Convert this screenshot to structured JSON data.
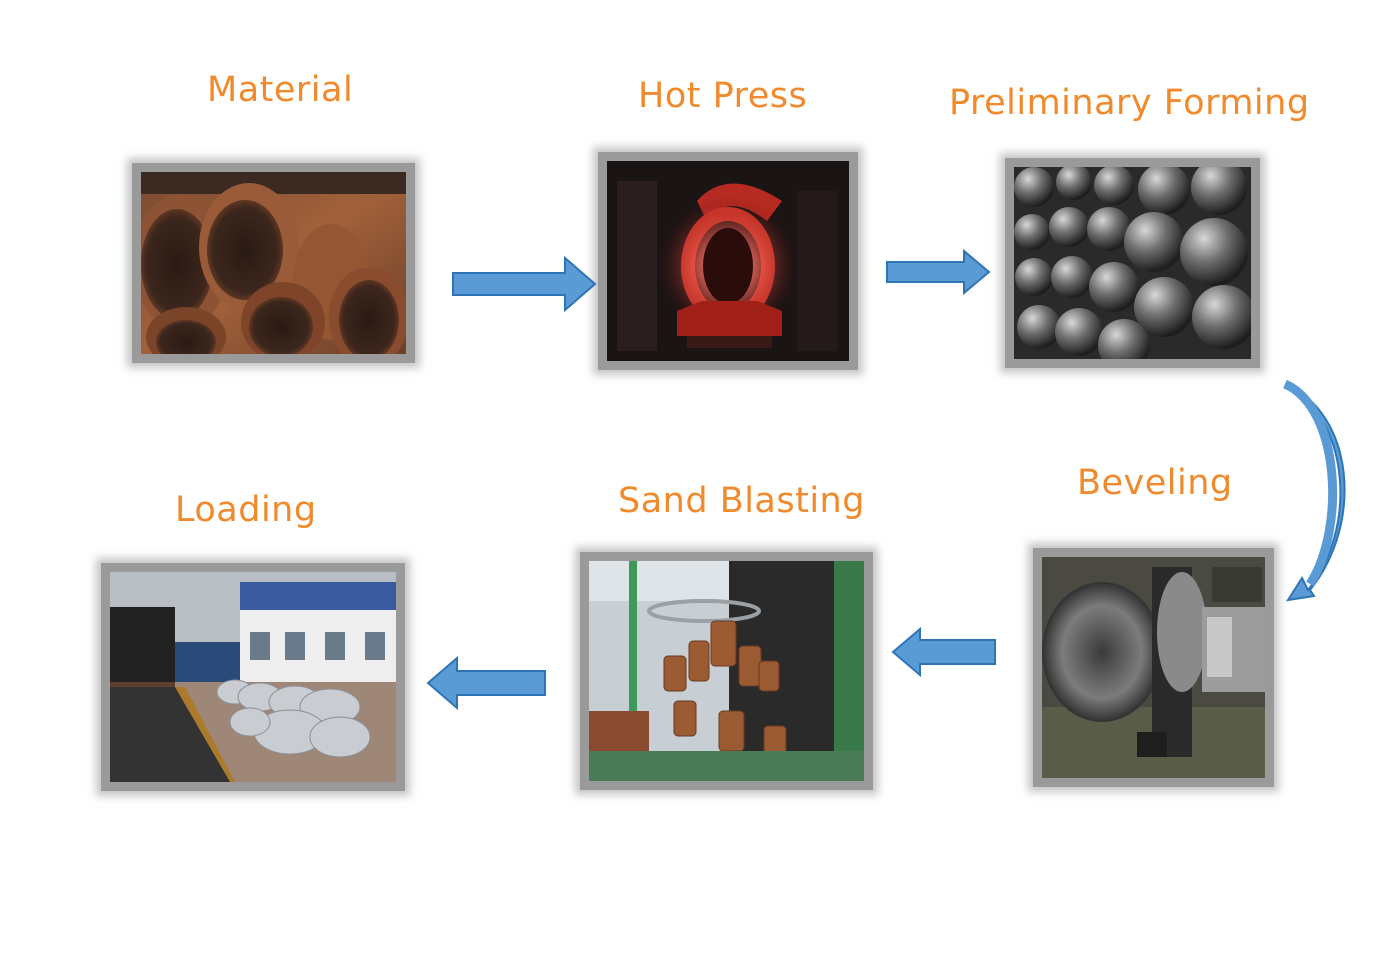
{
  "steps": [
    {
      "label": "Material"
    },
    {
      "label": "Hot Press"
    },
    {
      "label": "Preliminary Forming"
    },
    {
      "label": "Beveling"
    },
    {
      "label": "Sand Blasting"
    },
    {
      "label": "Loading"
    }
  ],
  "colors": {
    "label": "#f08a2c",
    "arrow_fill": "#5b9bd5",
    "arrow_stroke": "#2e75b6"
  }
}
